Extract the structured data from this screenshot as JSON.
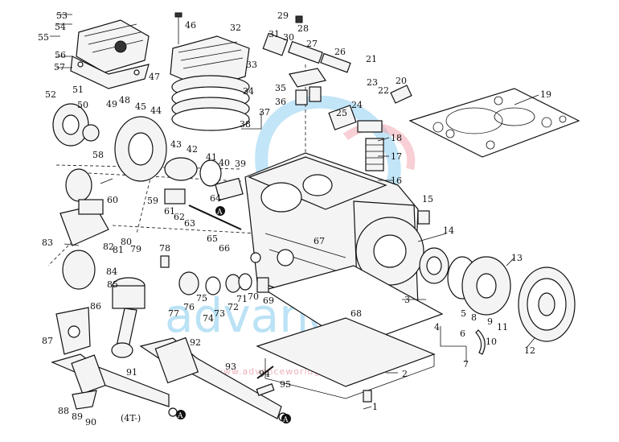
{
  "diagram": {
    "watermark": {
      "brand": "advance",
      "url": "www.advanceworldgroup.com"
    },
    "annotation_4t": "(4T-)",
    "labels": {
      "l1": "1",
      "l2": "2",
      "l3": "3",
      "l4": "4",
      "l5": "5",
      "l6": "6",
      "l7": "7",
      "l8": "8",
      "l9": "9",
      "l10": "10",
      "l11": "11",
      "l12": "12",
      "l13": "13",
      "l14": "14",
      "l15": "15",
      "l16": "16",
      "l17": "17",
      "l18": "18",
      "l19": "19",
      "l20": "20",
      "l21": "21",
      "l22": "22",
      "l23": "23",
      "l24": "24",
      "l25": "25",
      "l26": "26",
      "l27": "27",
      "l28": "28",
      "l29": "29",
      "l30": "30",
      "l31": "31",
      "l32": "32",
      "l33": "33",
      "l34": "34",
      "l35": "35",
      "l36": "36",
      "l37": "37",
      "l38": "38",
      "l39": "39",
      "l40": "40",
      "l41": "41",
      "l42": "42",
      "l43": "43",
      "l44": "44",
      "l45": "45",
      "l46": "46",
      "l47": "47",
      "l48": "48",
      "l49": "49",
      "l50": "50",
      "l51": "51",
      "l52": "52",
      "l53": "53",
      "l54": "54",
      "l55": "55",
      "l56": "56",
      "l57": "57",
      "l58": "58",
      "l59": "59",
      "l60": "60",
      "l61": "61",
      "l62": "62",
      "l63": "63",
      "l64": "64",
      "l65": "65",
      "l66": "66",
      "l67": "67",
      "l68": "68",
      "l69": "69",
      "l70": "70",
      "l71": "71",
      "l72": "72",
      "l73": "73",
      "l74": "74",
      "l75": "75",
      "l76": "76",
      "l77": "77",
      "l78": "78",
      "l79": "79",
      "l80": "80",
      "l81": "81",
      "l82": "82",
      "l83": "83",
      "l84": "84",
      "l85": "85",
      "l86": "86",
      "l87": "87",
      "l88": "88",
      "l89": "89",
      "l90": "90",
      "l91": "91",
      "l92": "92",
      "l93": "93",
      "l94": "94",
      "l95": "95",
      "a": "A"
    }
  }
}
